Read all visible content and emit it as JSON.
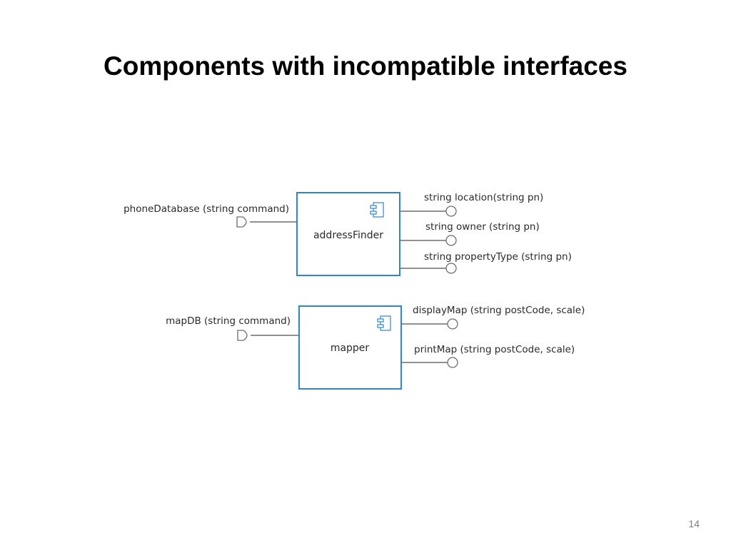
{
  "slide": {
    "title": "Components with incompatible interfaces",
    "page_number": "14"
  },
  "colors": {
    "box_border": "#2f86c4",
    "line": "#6d6d6d",
    "text": "#2a2a2a"
  },
  "components": [
    {
      "id": "addressFinder",
      "label": "addressFinder",
      "required": [
        {
          "label": "phoneDatabase (string command)"
        }
      ],
      "provided": [
        {
          "label": "string location(string pn)"
        },
        {
          "label": "string owner (string pn)"
        },
        {
          "label": "string propertyType (string pn)"
        }
      ]
    },
    {
      "id": "mapper",
      "label": "mapper",
      "required": [
        {
          "label": "mapDB (string command)"
        }
      ],
      "provided": [
        {
          "label": "displayMap (string postCode, scale)"
        },
        {
          "label": "printMap (string postCode, scale)"
        }
      ]
    }
  ]
}
